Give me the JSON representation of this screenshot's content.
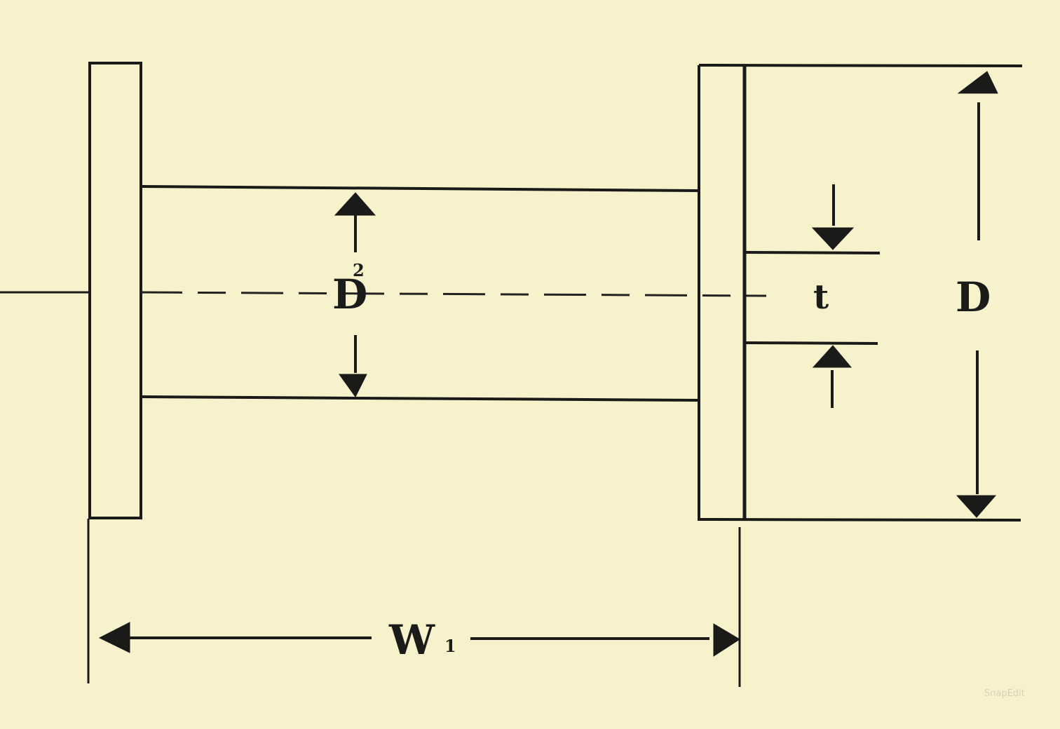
{
  "diagram": {
    "labels": {
      "d_center": "D",
      "d_center_superscript": "2",
      "t": "t",
      "d_right": "D",
      "w": "W",
      "w_subscript": "1"
    },
    "watermark": "SnapEdit",
    "colors": {
      "background": "#f7f2cc",
      "stroke": "#1a1a18"
    }
  }
}
